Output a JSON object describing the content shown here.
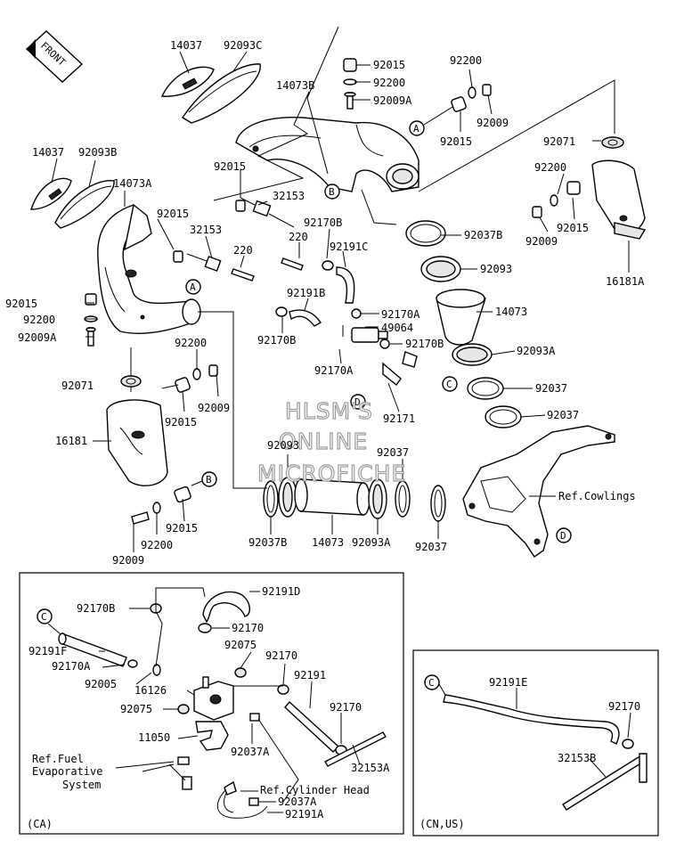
{
  "front_label": "FRONT",
  "watermark": [
    "HLSM'S",
    "ONLINE",
    "MICROFICHE"
  ],
  "refs": {
    "cowlings": "Ref.Cowlings",
    "fuel_evap": [
      "Ref.Fuel",
      "Evaporative",
      "System"
    ],
    "cylinder_head": "Ref.Cylinder Head"
  },
  "callouts": [
    "A",
    "B",
    "C",
    "D"
  ],
  "box_labels": {
    "ca": "(CA)",
    "cn_us": "(CN,US)"
  },
  "parts": {
    "p14037": "14037",
    "p92093C": "92093C",
    "p92015": "92015",
    "p92200": "92200",
    "p92009A": "92009A",
    "p14073B": "14073B",
    "p92009": "92009",
    "p92093B": "92093B",
    "p14073A": "14073A",
    "p32153": "32153",
    "p92170B": "92170B",
    "p220": "220",
    "p92191C": "92191C",
    "p92071": "92071",
    "p92037B": "92037B",
    "p92093": "92093",
    "p16181A": "16181A",
    "p92191B": "92191B",
    "p92170A": "92170A",
    "p14073": "14073",
    "p49064": "49064",
    "p92093A": "92093A",
    "p92037": "92037",
    "p92171": "92171",
    "p16181": "16181",
    "p92191D": "92191D",
    "p92170": "92170",
    "p92075": "92075",
    "p92191F": "92191F",
    "p92005": "92005",
    "p16126": "16126",
    "p92191": "92191",
    "p11050": "11050",
    "p92037A": "92037A",
    "p32153A": "32153A",
    "p92191A": "92191A",
    "p92191E": "92191E",
    "p32153B": "32153B"
  }
}
